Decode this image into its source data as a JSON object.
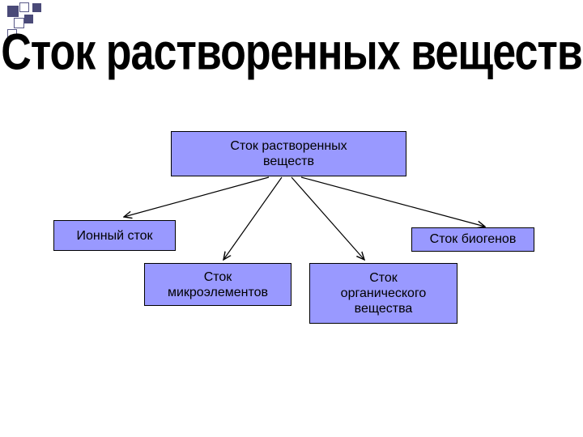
{
  "slide": {
    "title": "Сток растворенных веществ"
  },
  "diagram": {
    "root": "Сток растворенных\nвеществ",
    "children": {
      "ionic": "Ионный сток",
      "biogens": "Сток биогенов",
      "micro": "Сток\nмикроэлементов",
      "organic": "Сток\nорганического\nвещества"
    }
  },
  "colors": {
    "box_fill": "#9999ff",
    "box_border": "#000000",
    "connector": "#000000",
    "decor_square": "#4a4a78"
  }
}
